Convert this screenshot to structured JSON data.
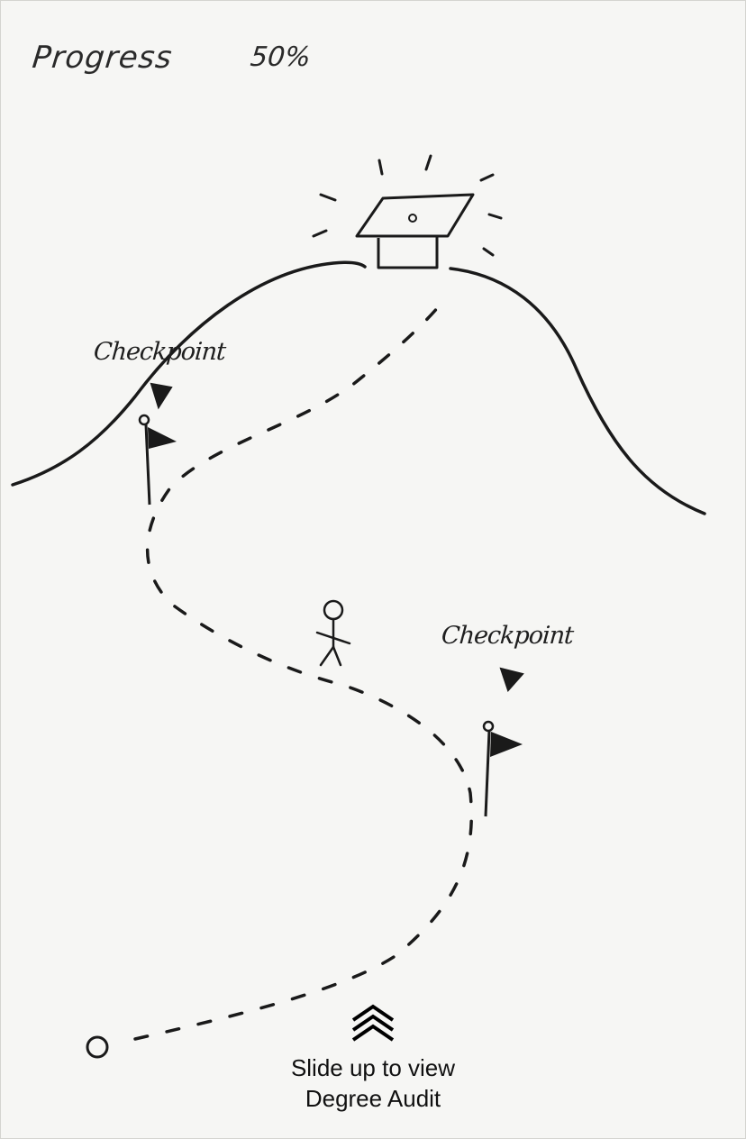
{
  "header": {
    "progress_label": "Progress",
    "progress_value": "50%"
  },
  "progress": {
    "percent": 50
  },
  "map": {
    "checkpoints": [
      {
        "label": "Checkpoint",
        "reached": true
      },
      {
        "label": "Checkpoint",
        "reached": true
      }
    ],
    "goal_icon": "graduation-cap-icon",
    "avatar_icon": "stick-figure-icon",
    "start_icon": "start-circle-icon",
    "flag_icon": "flag-icon"
  },
  "footer": {
    "slide_line1": "Slide up to view",
    "slide_line2": "Degree Audit",
    "chevron_icon": "double-chevron-up-icon"
  }
}
